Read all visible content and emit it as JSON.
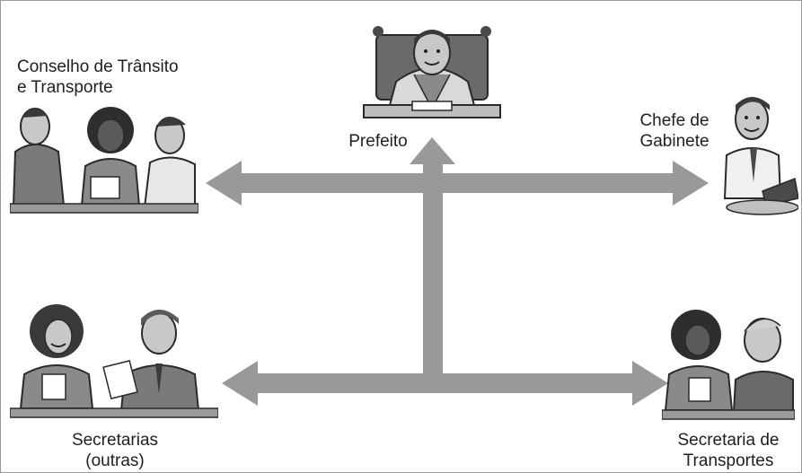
{
  "nodes": {
    "prefeito": {
      "label": "Prefeito"
    },
    "conselho": {
      "line1": "Conselho de Trânsito",
      "line2": "e Transporte"
    },
    "chefe": {
      "line1": "Chefe de",
      "line2": "Gabinete"
    },
    "secretarias": {
      "line1": "Secretarias",
      "line2": "(outras)"
    },
    "transportes": {
      "line1": "Secretaria de",
      "line2": "Transportes"
    }
  },
  "colors": {
    "arrow": "#999999",
    "figure_dark": "#3a3a3a",
    "figure_mid": "#8a8a8a",
    "figure_light": "#d9d9d9",
    "skin": "#c8c8c8"
  },
  "icons": [
    "mayor-figure-icon",
    "council-meeting-icon",
    "chief-of-staff-icon",
    "secretaries-icon",
    "transport-secretary-icon"
  ]
}
